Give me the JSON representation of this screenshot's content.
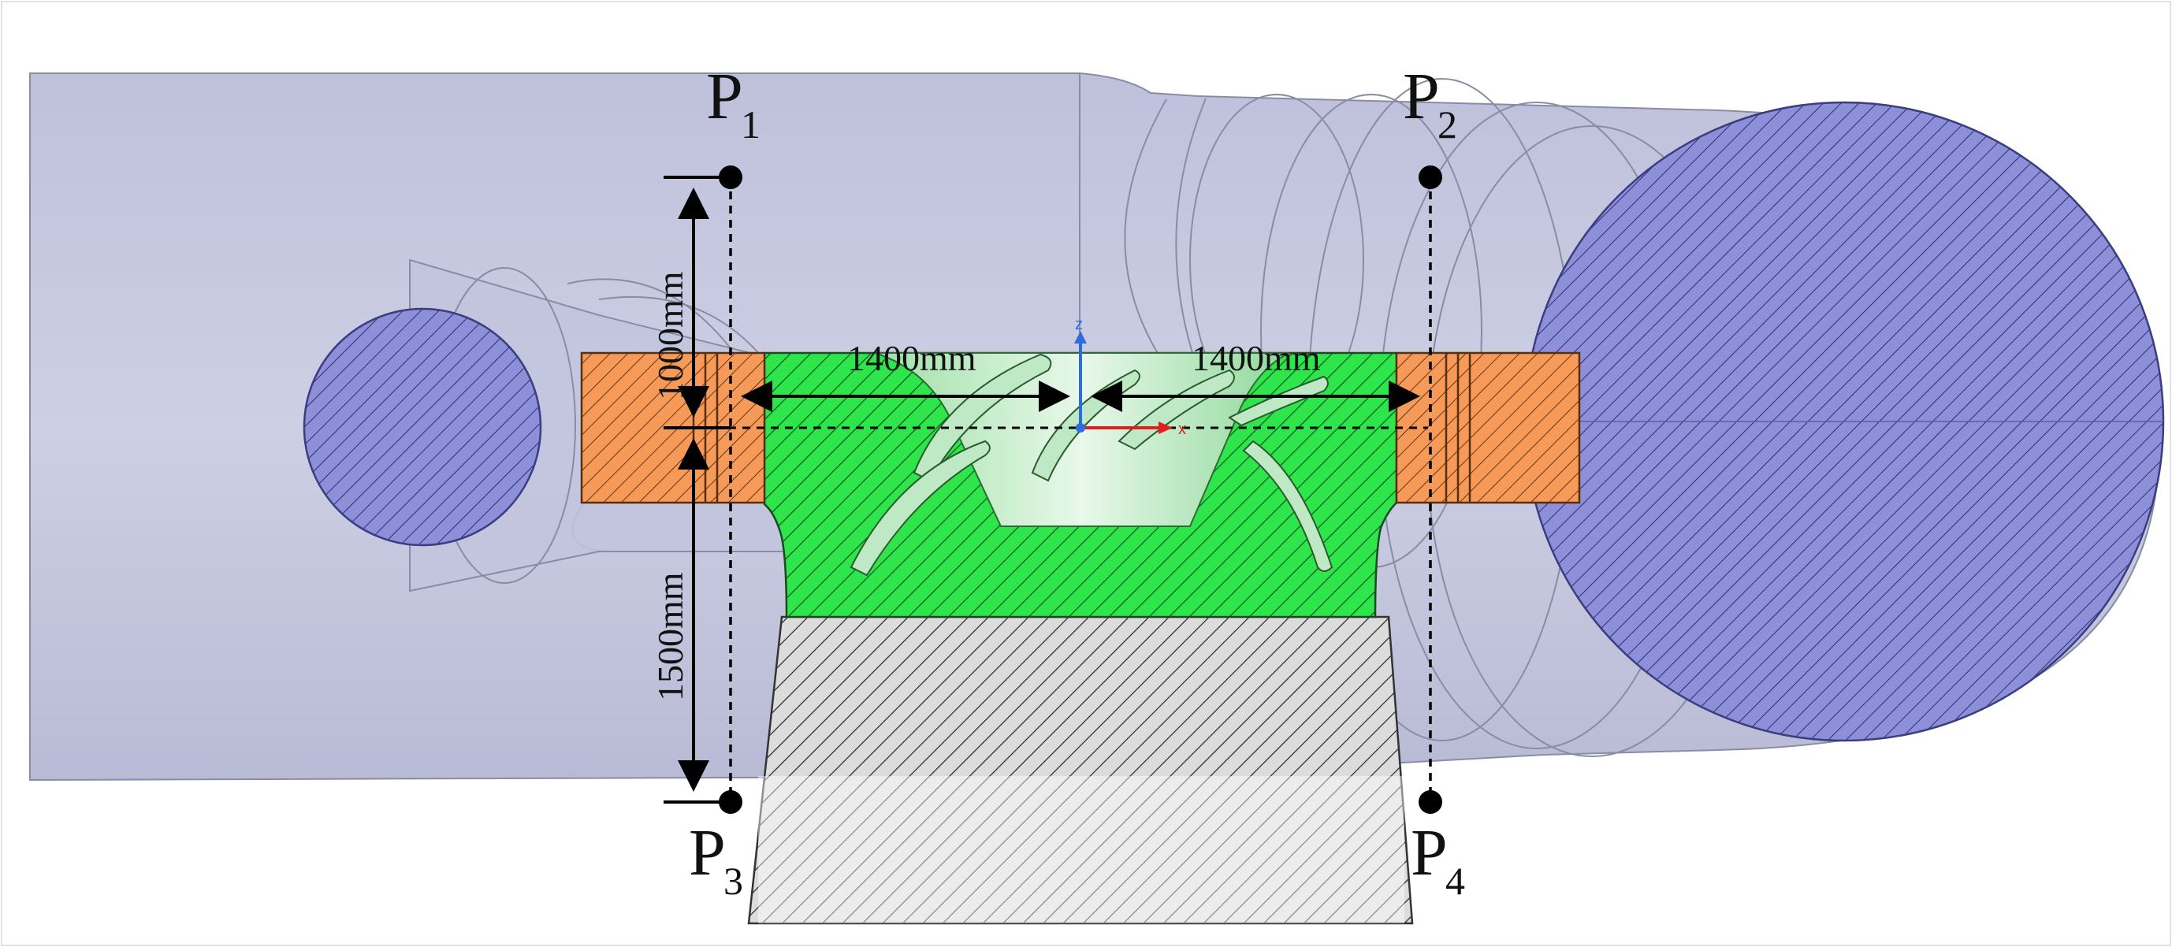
{
  "labels": {
    "p1": {
      "name": "P",
      "sub": "1"
    },
    "p2": {
      "name": "P",
      "sub": "2"
    },
    "p3": {
      "name": "P",
      "sub": "3"
    },
    "p4": {
      "name": "P",
      "sub": "4"
    }
  },
  "dimensions": {
    "upper_vertical": "1000mm",
    "lower_vertical": "1500mm",
    "left_horizontal": "1400mm",
    "right_horizontal": "1400mm"
  },
  "axes": {
    "z": "z",
    "x": "x"
  },
  "colors": {
    "pipe_body": "#c6c8de",
    "pipe_section": "#8d90d8",
    "guide_ring": "#f59a58",
    "impeller": "#2ee64c",
    "shaft": "#d8d8d8",
    "hatch": "#1a1a1a",
    "dimension": "#000000"
  }
}
